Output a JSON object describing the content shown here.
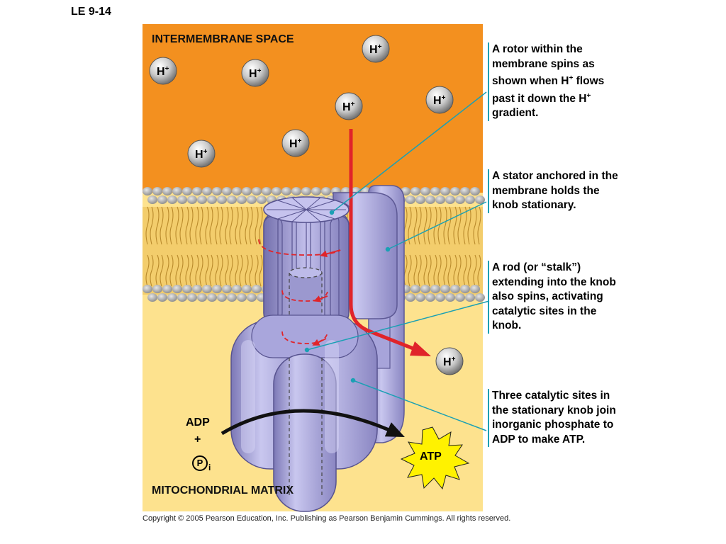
{
  "slide_id": "LE 9-14",
  "regions": {
    "intermembrane_space": "INTERMEMBRANE SPACE",
    "mitochondrial_matrix": "MITOCHONDRIAL MATRIX"
  },
  "proton": {
    "symbol": "H",
    "charge": "+"
  },
  "captions": {
    "rotor": "A rotor within the membrane spins as shown when H+ flows past it down the H+ gradient.",
    "stator": "A stator anchored in the membrane holds the knob stationary.",
    "rod": "A rod (or “stalk”) extending into the knob also spins, activating catalytic sites in the knob.",
    "catalytic": "Three catalytic sites in the stationary knob join inorganic phosphate to ADP to make ATP."
  },
  "reaction": {
    "adp": "ADP",
    "plus": "+",
    "phosphate": "P",
    "phosphate_sub": "i",
    "atp": "ATP"
  },
  "copyright": "Copyright © 2005 Pearson Education, Inc. Publishing as Pearson Benjamin Cummings. All rights reserved.",
  "colors": {
    "intermembrane": "#f3901f",
    "matrix": "#fde28e",
    "membrane_tails": "#f3cd6c",
    "head_gray": "#a8a8a8",
    "protein": "#aba9dc",
    "protein_dark": "#6e6aa6",
    "arrow_red": "#e0242a",
    "leader_teal": "#1aa0b4",
    "atp_star": "#fff200"
  }
}
